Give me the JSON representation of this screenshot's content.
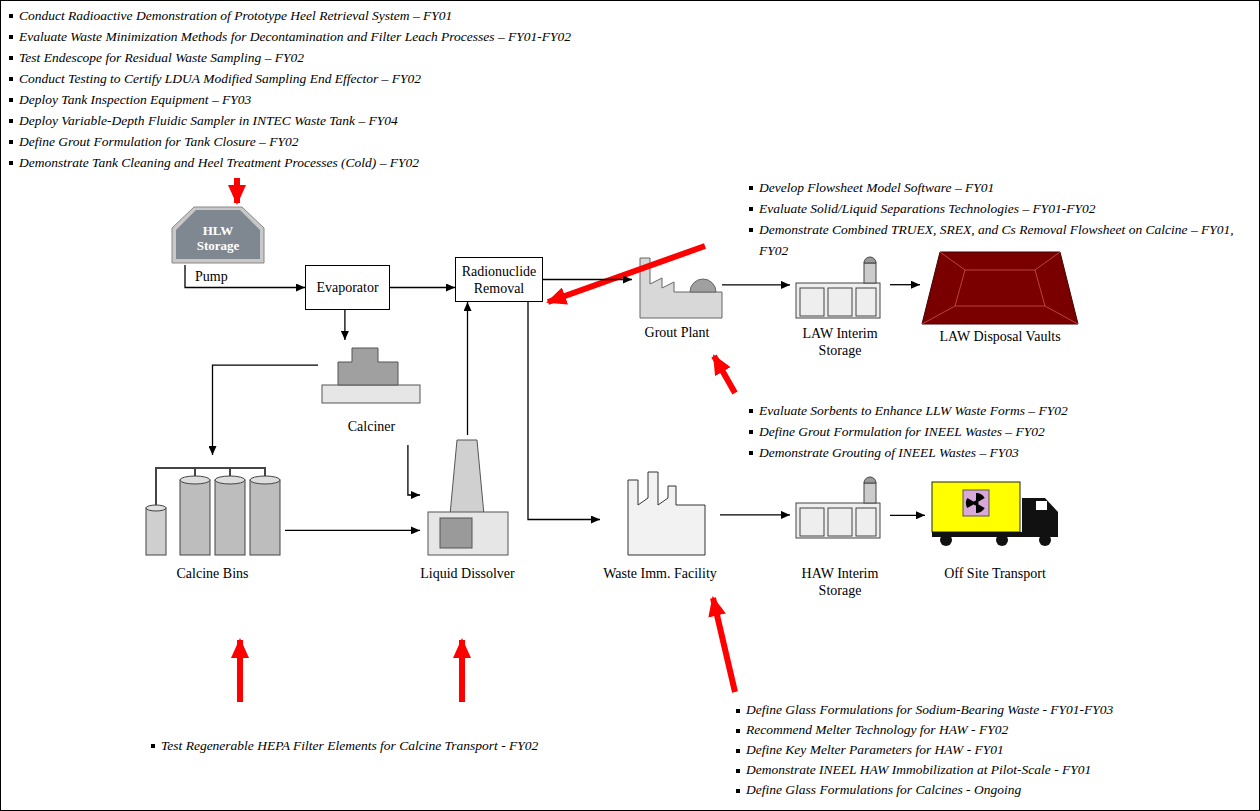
{
  "diagram": {
    "nodes": [
      {
        "text": [
          "HLW Storage"
        ]
      },
      {
        "text": [
          "Evaporator"
        ]
      },
      {
        "text": [
          "Radionuclide Removal"
        ]
      },
      {
        "text": [
          "Grout Plant"
        ]
      },
      {
        "text": [
          "LAW Interim Storage"
        ]
      },
      {
        "text": [
          "LAW Disposal Vaults"
        ]
      },
      {
        "text": [
          "Calciner"
        ]
      },
      {
        "text": [
          "Calcine Bins"
        ]
      },
      {
        "text": [
          "Liquid Dissolver"
        ]
      },
      {
        "text": [
          "Waste Imm. Facility"
        ]
      },
      {
        "text": [
          "HAW Interim Storage"
        ]
      },
      {
        "text": [
          "Off Site Transport"
        ]
      }
    ],
    "edges": [
      {
        "from": 0,
        "to": 1,
        "label": "Pump",
        "arrow": "to"
      },
      {
        "from": 1,
        "to": 2,
        "arrow": "to"
      },
      {
        "from": 1,
        "to": 6,
        "arrow": "to"
      },
      {
        "from": 6,
        "to": 7,
        "arrow": "to"
      },
      {
        "from": 6,
        "to": 8,
        "arrow": "to"
      },
      {
        "from": 7,
        "to": 8,
        "arrow": "to"
      },
      {
        "from": 8,
        "to": 2,
        "arrow": "to"
      },
      {
        "from": 2,
        "to": 3,
        "arrow": "to"
      },
      {
        "from": 2,
        "to": 9,
        "arrow": "to"
      },
      {
        "from": 3,
        "to": 4,
        "arrow": "to"
      },
      {
        "from": 4,
        "to": 5,
        "arrow": "to"
      },
      {
        "from": 9,
        "to": 10,
        "arrow": "to"
      },
      {
        "from": 10,
        "to": 11,
        "arrow": "to"
      }
    ],
    "labels": [
      "Conduct Radioactive Demonstration of Prototype Heel Retrieval System – FY01",
      "Evaluate Waste Minimization Methods for Decontamination and Filter Leach Processes – FY01-FY02",
      "Test Endescope for Residual Waste Sampling – FY02",
      "Conduct Testing to Certify LDUA Modified Sampling End Effector – FY02",
      "Deploy Tank Inspection Equipment – FY03",
      "Deploy Variable-Depth Fluidic Sampler in INTEC Waste Tank – FY04",
      "Define Grout Formulation for Tank Closure – FY02",
      "Demonstrate Tank Cleaning and Heel Treatment Processes (Cold) – FY02",
      "Develop Flowsheet Model Software – FY01",
      "Evaluate Solid/Liquid Separations Technologies – FY01-FY02",
      "Demonstrate Combined TRUEX, SREX, and Cs Removal Flowsheet on Calcine – FY01, FY02",
      "Evaluate Sorbents to Enhance LLW Waste Forms – FY02",
      "Define Grout Formulation for INEEL Wastes – FY02",
      "Demonstrate Grouting of INEEL Wastes – FY03",
      "Test Regenerable HEPA Filter Elements for Calcine Transport - FY02",
      "Define Glass Formulations for Sodium-Bearing Waste - FY01-FY03",
      "Recommend Melter Technology for HAW - FY02",
      "Define Key Melter Parameters for HAW - FY01",
      "Demonstrate INEEL HAW Immobilization at Pilot-Scale - FY01",
      "Define Glass Formulations for Calcines - Ongoing"
    ]
  }
}
